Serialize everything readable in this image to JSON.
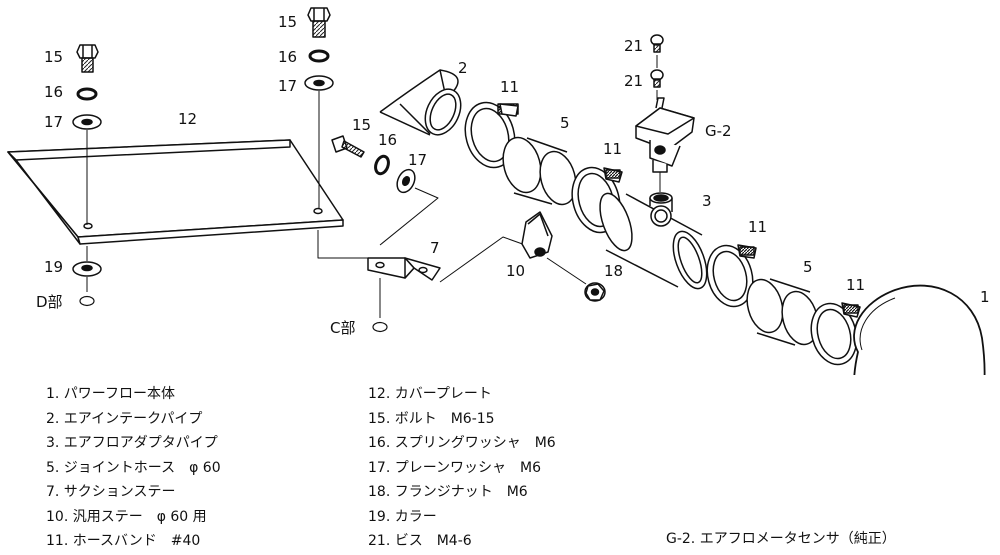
{
  "callouts": {
    "c1": "1",
    "c2": "2",
    "c3": "3",
    "c5a": "5",
    "c5b": "5",
    "c7": "7",
    "c10": "10",
    "c11a": "11",
    "c11b": "11",
    "c11c": "11",
    "c11d": "11",
    "c12": "12",
    "c15a": "15",
    "c15b": "15",
    "c15c": "15",
    "c16a": "16",
    "c16b": "16",
    "c16c": "16",
    "c17a": "17",
    "c17b": "17",
    "c17c": "17",
    "c18": "18",
    "c19": "19",
    "c21a": "21",
    "c21b": "21",
    "g2": "G-2",
    "partD": "D部",
    "partC": "C部"
  },
  "legend_left": [
    "1. パワーフロー本体",
    "2. エアインテークパイプ",
    "3. エアフロアダプタパイプ",
    "5. ジョイントホース　φ 60",
    "7. サクションステー",
    "10. 汎用ステー　φ 60 用",
    "11. ホースバンド　#40"
  ],
  "legend_right": [
    "12. カバープレート",
    "15. ボルト　M6-15",
    "16. スプリングワッシャ　M6",
    "17. プレーンワッシャ　M6",
    "18. フランジナット　M6",
    "19. カラー",
    "21. ビス　M4-6"
  ],
  "legend_g2": "G-2. エアフロメータセンサ（純正）"
}
